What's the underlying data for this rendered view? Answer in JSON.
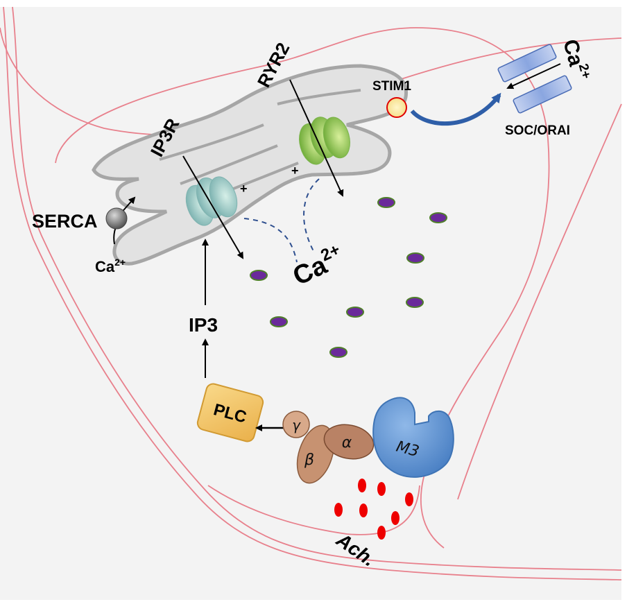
{
  "labels": {
    "ryr2": "RYR2",
    "ip3r": "IP3R",
    "stim1": "STIM1",
    "soc_orai": "SOC/ORAI",
    "ca_ext": "Ca",
    "ca_ext_sup": "2+",
    "serca": "SERCA",
    "ca_serca": "Ca",
    "ca_serca_sup": "2+",
    "ca_center": "Ca",
    "ca_center_sup": "2+",
    "plus_ip3r": "+",
    "plus_ryr2": "+",
    "ip3": "IP3",
    "plc": "PLC",
    "gamma": "γ",
    "beta": "β",
    "alpha": "α",
    "m3": "M3",
    "ach": "Ach."
  },
  "colors": {
    "membrane": "#e8808c",
    "er_fill": "#e2e2e2",
    "er_stroke": "#a6a6a6",
    "ca_ion": "#6a2a9a",
    "ca_ion_ring": "#4f7f2a",
    "ach_dot": "#ee0000",
    "plc": "#f5c45e",
    "g_protein": "#c79271",
    "m3": "#5b93d3",
    "orai": "#a9bde6",
    "stim1": "#fbe9a0",
    "curved_arrow": "#2e5ea8",
    "dashed": "#2e4f8f"
  }
}
